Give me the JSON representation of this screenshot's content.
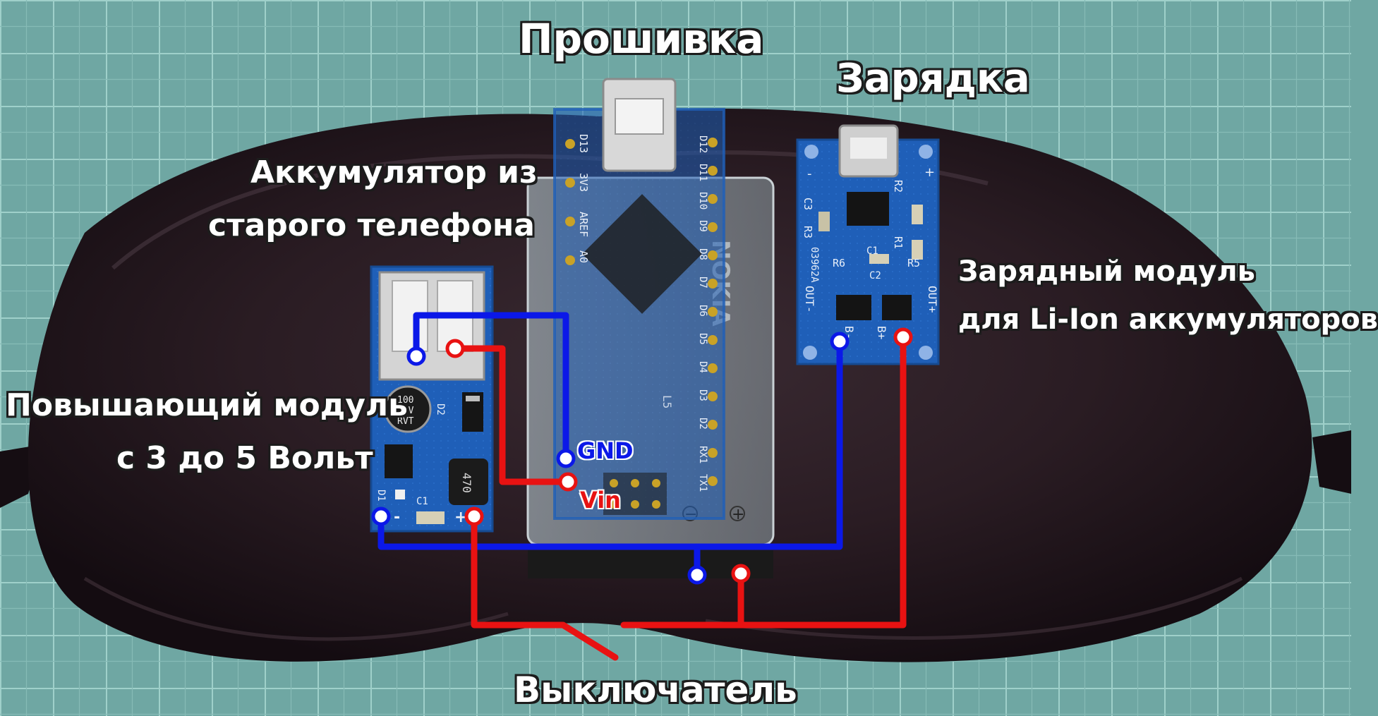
{
  "captions": {
    "firmware": "Прошивка",
    "charging": "Зарядка",
    "battery_line1": "Аккумулятор из",
    "battery_line2": "старого телефона",
    "boost_line1": "Повышающий модуль",
    "boost_line2": "с 3 до 5 Вольт",
    "charger_line1": "Зарядный модуль",
    "charger_line2": "для Li-Ion аккумуляторов",
    "switch": "Выключатель"
  },
  "pin_labels": {
    "gnd": "GND",
    "vin": "Vin"
  },
  "board_text": {
    "battery_brand": "NOKIA",
    "arduino_pins_left": [
      "D13",
      "3V3",
      "AREF",
      "A0"
    ],
    "arduino_pins_right": [
      "D12",
      "D11",
      "D10",
      "D9",
      "D8",
      "D7",
      "D6",
      "D5",
      "D4",
      "D3",
      "D2"
    ],
    "arduino_pins_right_b": [
      "RX1",
      "TX1"
    ],
    "arduino_led": "L5",
    "charger_parts": [
      "C3",
      "R3",
      "R2",
      "R1",
      "R5",
      "R6",
      "C1",
      "C2",
      "03962A"
    ],
    "charger_pins": [
      "OUT-",
      "B-",
      "B+",
      "OUT+"
    ],
    "charger_sign_plus": "+",
    "charger_sign_minus": "-",
    "boost_cap": [
      "100",
      "16V",
      "RVT"
    ],
    "boost_inductor": "470",
    "boost_parts": [
      "D2",
      "D1",
      "C1"
    ],
    "boost_minus": "-",
    "boost_plus": "+",
    "battery_minus": "−",
    "battery_plus": "+"
  },
  "colors": {
    "mat": "#6fa7a3",
    "grid": "#9ecbc6",
    "mask": "#2a1c23",
    "pcb": "#1f5fb8",
    "wire_gnd": "#0b18e8",
    "wire_vin": "#e81212",
    "caption_text": "#ffffff",
    "caption_outline": "#1c1c1c"
  }
}
